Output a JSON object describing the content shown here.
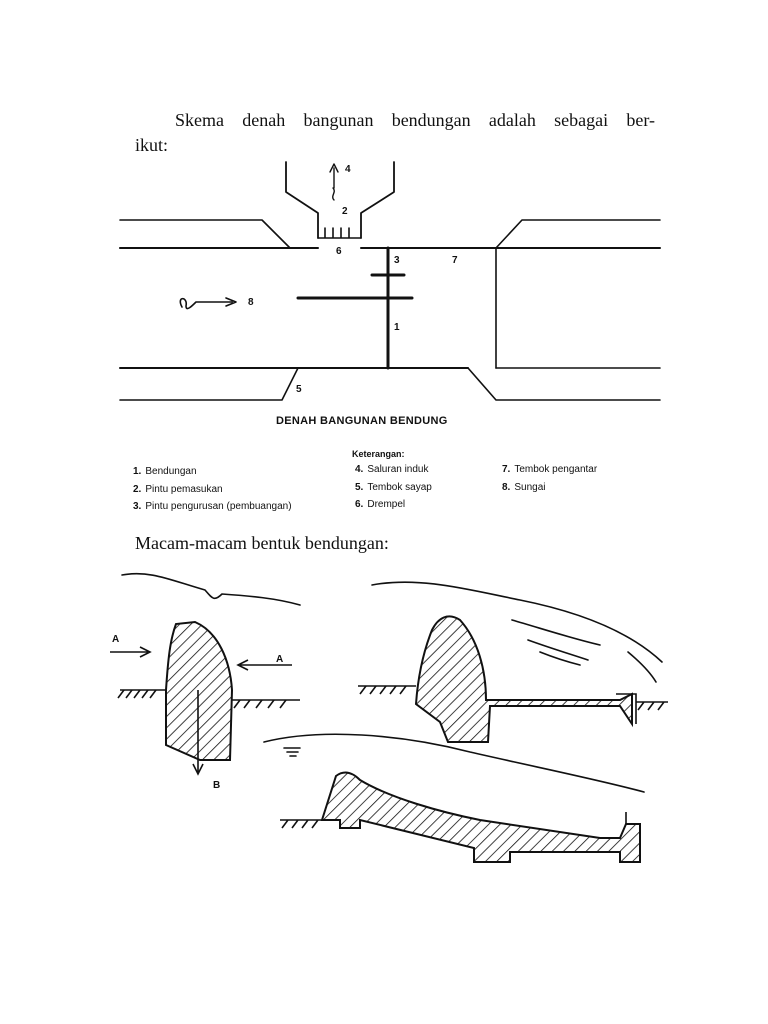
{
  "intro": {
    "line1": "Skema denah bangunan bendungan adalah sebagai ber-",
    "line2": "ikut:"
  },
  "plan": {
    "title": "DENAH BANGUNAN BENDUNG",
    "labels": {
      "n1": "1",
      "n2": "2",
      "n3": "3",
      "n4": "4",
      "n5": "5",
      "n6": "6",
      "n7": "7",
      "n8": "8"
    }
  },
  "legend": {
    "title": "Keterangan:",
    "items": [
      {
        "num": "1.",
        "text": "Bendungan"
      },
      {
        "num": "2.",
        "text": "Pintu pemasukan"
      },
      {
        "num": "3.",
        "text": "Pintu pengurusan (pembuangan)"
      },
      {
        "num": "4.",
        "text": "Saluran induk"
      },
      {
        "num": "5.",
        "text": "Tembok sayap"
      },
      {
        "num": "6.",
        "text": "Drempel"
      },
      {
        "num": "7.",
        "text": "Tembok pengantar"
      },
      {
        "num": "8.",
        "text": "Sungai"
      }
    ]
  },
  "forms": {
    "heading": "Macam-macam bentuk bendungan:",
    "labels": {
      "a_left": "A",
      "a_right": "A",
      "b": "B"
    }
  }
}
